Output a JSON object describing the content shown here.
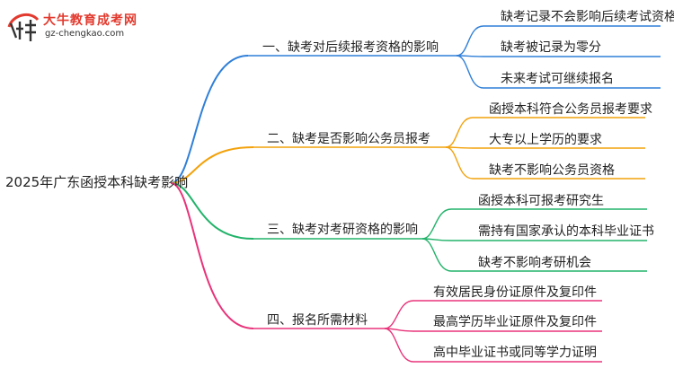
{
  "logo": {
    "name": "大牛教育成考网",
    "url": "gz-chengkao.com",
    "mark_text": "大牛"
  },
  "root": "2025年广东函授本科缺考影响",
  "branches": [
    {
      "label": "一、缺考对后续报考资格的影响",
      "color": "#2f7fd8",
      "children": [
        "缺考记录不会影响后续考试资格",
        "缺考被记录为零分",
        "未来考试可继续报名"
      ]
    },
    {
      "label": "二、缺考是否影响公务员报考",
      "color": "#f2a20c",
      "children": [
        "函授本科符合公务员报考要求",
        "大专以上学历的要求",
        "缺考不影响公务员资格"
      ]
    },
    {
      "label": "三、缺考对考研资格的影响",
      "color": "#22b36a",
      "children": [
        "函授本科可报考研究生",
        "需持有国家承认的本科毕业证书",
        "缺考不影响考研机会"
      ]
    },
    {
      "label": "四、报名所需材料",
      "color": "#e8337a",
      "children": [
        "有效居民身份证原件及复印件",
        "最高学历毕业证原件及复印件",
        "高中毕业证书或同等学力证明"
      ]
    }
  ]
}
